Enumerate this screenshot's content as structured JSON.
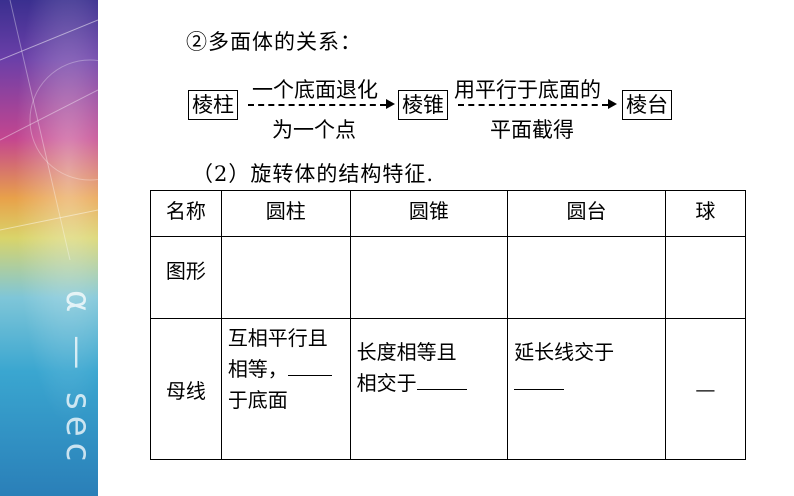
{
  "heading": "②多面体的关系：",
  "flow": {
    "box1": "棱柱",
    "top1": "一个底面退化",
    "bottom1": "为一个点",
    "box2": "棱锥",
    "top2": "用平行于底面的",
    "bottom2": "平面截得",
    "box3": "棱台"
  },
  "subheading": "（2）旋转体的结构特征.",
  "table": {
    "header": [
      "名称",
      "圆柱",
      "圆锥",
      "圆台",
      "球"
    ],
    "row_shape_label": "图形",
    "row_generatrix_label": "母线",
    "cylinder_line1": "互相平行且",
    "cylinder_line2": "相等，",
    "cylinder_line3": "于底面",
    "cone_line1": "长度相等且",
    "cone_line2": "相交于",
    "frustum_line1": "延长线交于",
    "sphere_value": "—"
  },
  "colors": {
    "text": "#000000",
    "decor_top": "#3a2f8f",
    "decor_mid": "#e8a14a",
    "decor_bottom": "#2a7fb8"
  }
}
